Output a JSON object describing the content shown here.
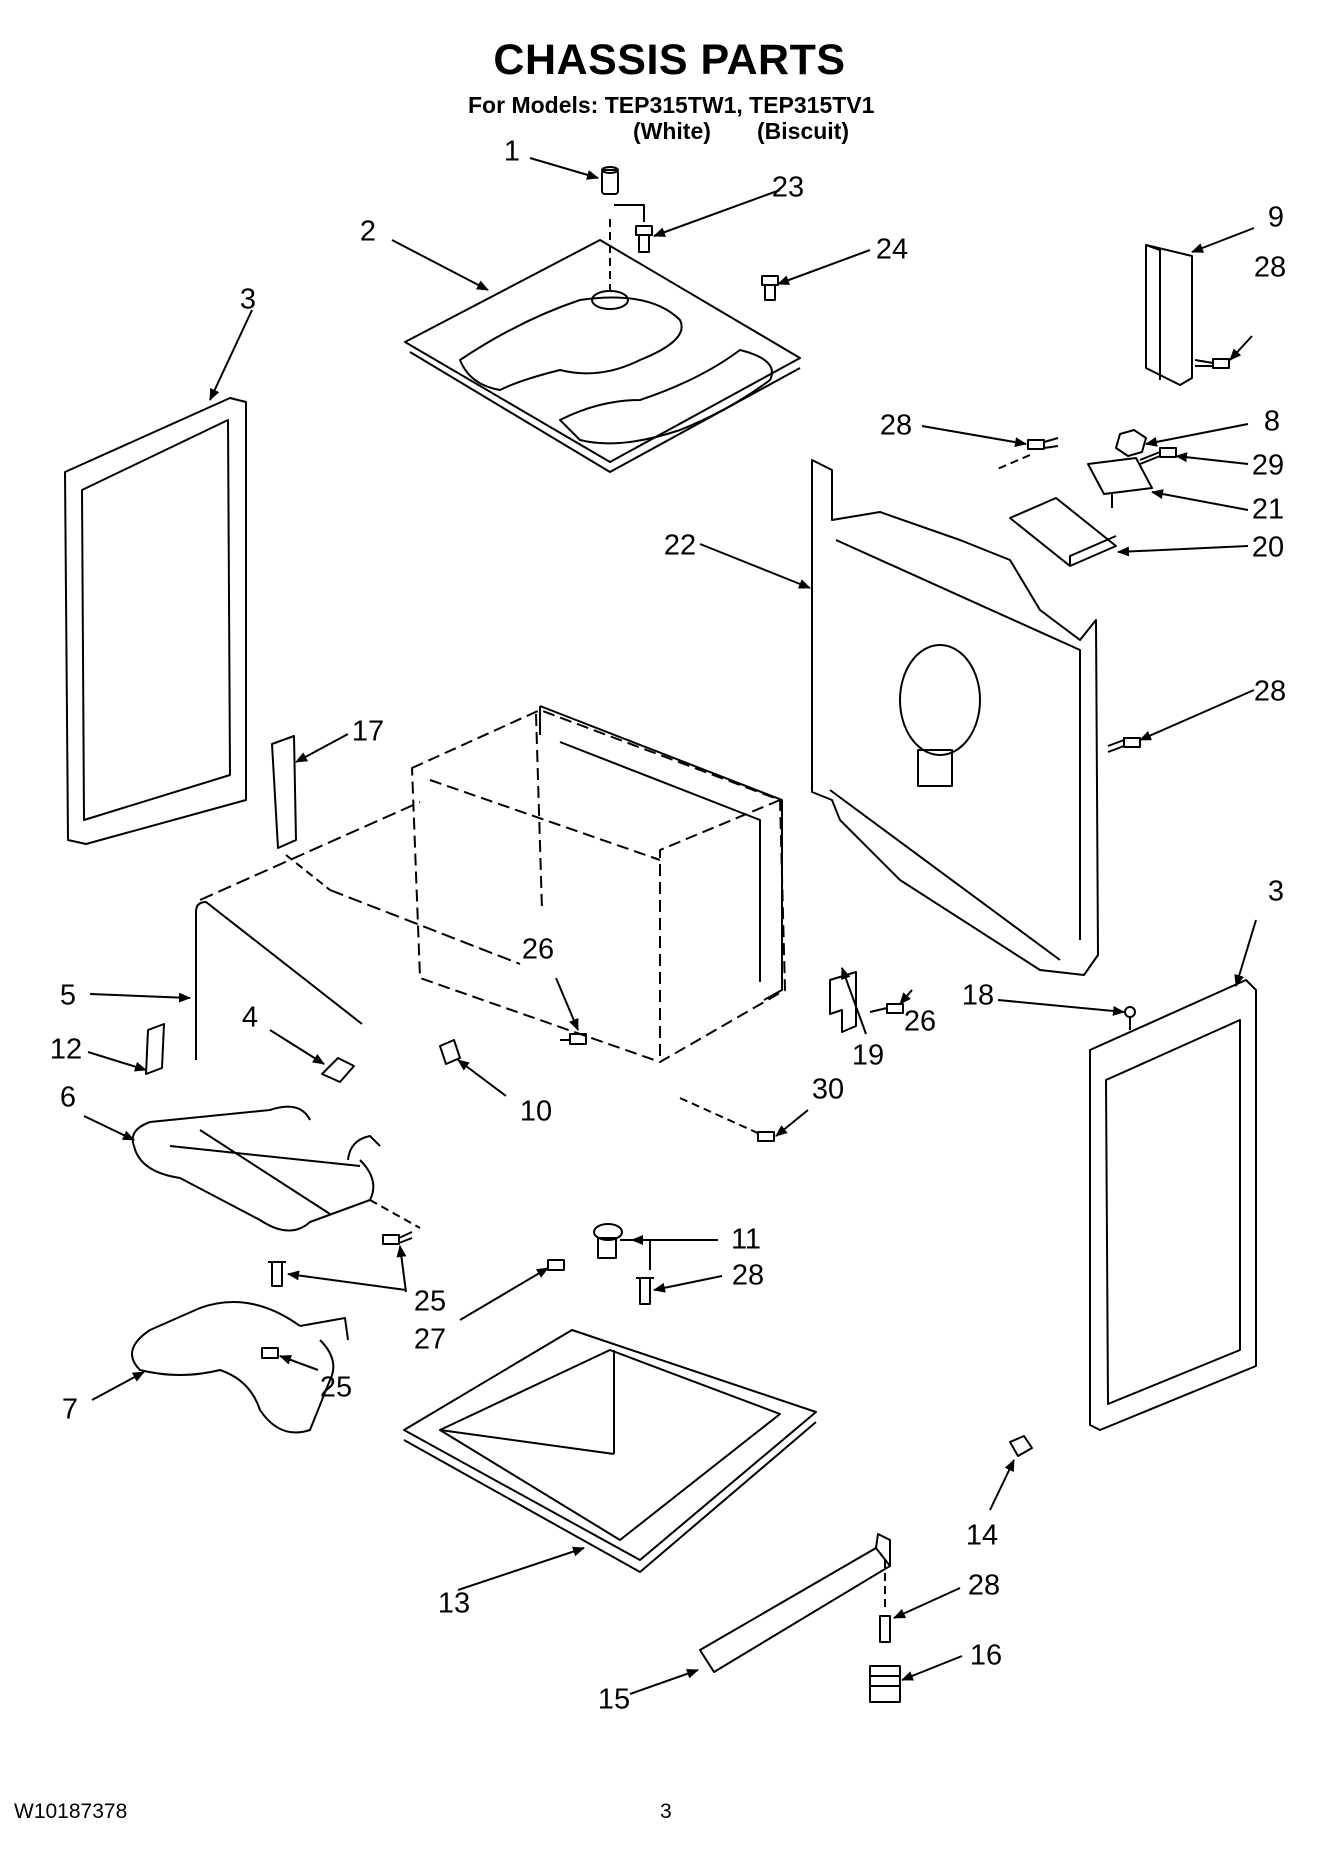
{
  "header": {
    "title": "CHASSIS PARTS",
    "models_line": "For Models: TEP315TW1, TEP315TV1",
    "color_white": "(White)",
    "color_biscuit": "(Biscuit)"
  },
  "callouts": [
    "1",
    "23",
    "2",
    "24",
    "9",
    "28",
    "3",
    "28",
    "8",
    "29",
    "21",
    "20",
    "22",
    "28",
    "17",
    "5",
    "4",
    "12",
    "6",
    "26",
    "10",
    "19",
    "26",
    "30",
    "18",
    "3",
    "11",
    "28",
    "25",
    "27",
    "7",
    "25",
    "14",
    "13",
    "28",
    "16",
    "15"
  ],
  "footer": {
    "doc_number": "W10187378",
    "page_number": "3"
  }
}
